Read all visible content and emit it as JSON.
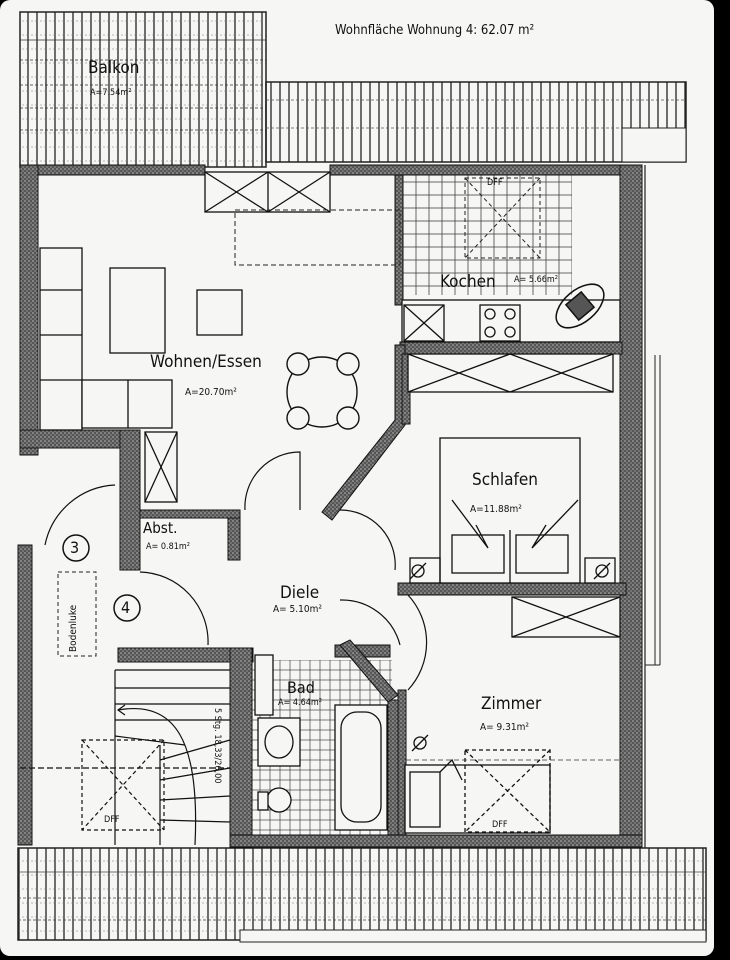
{
  "header": {
    "title": "Wohnfläche Wohnung 4: 62.07 m²"
  },
  "rooms": {
    "balkon": {
      "name": "Balkon",
      "area": "A=7.54m²"
    },
    "wohnen": {
      "name": "Wohnen/Essen",
      "area": "A=20.70m²"
    },
    "kochen": {
      "name": "Kochen",
      "area": "A= 5.66m²"
    },
    "schlafen": {
      "name": "Schlafen",
      "area": "A=11.88m²"
    },
    "abst": {
      "name": "Abst.",
      "area": "A= 0.81m²"
    },
    "diele": {
      "name": "Diele",
      "area": "A= 5.10m²"
    },
    "bad": {
      "name": "Bad",
      "area": "A= 4.64m²"
    },
    "zimmer": {
      "name": "Zimmer",
      "area": "A= 9.31m²"
    }
  },
  "markers": {
    "circle_3": "3",
    "circle_4": "4",
    "bodenluke": "Bodenluke",
    "dff_kitchen": "DFF",
    "dff_zimmer": "DFF",
    "dff_stairs": "DFF",
    "stair_note": "5 Stg. 18,33/26,00"
  },
  "colors": {
    "line": "#1a1a1a",
    "paper": "#f6f6f4",
    "hatch": "#2a2a2a",
    "background": "#000000"
  }
}
